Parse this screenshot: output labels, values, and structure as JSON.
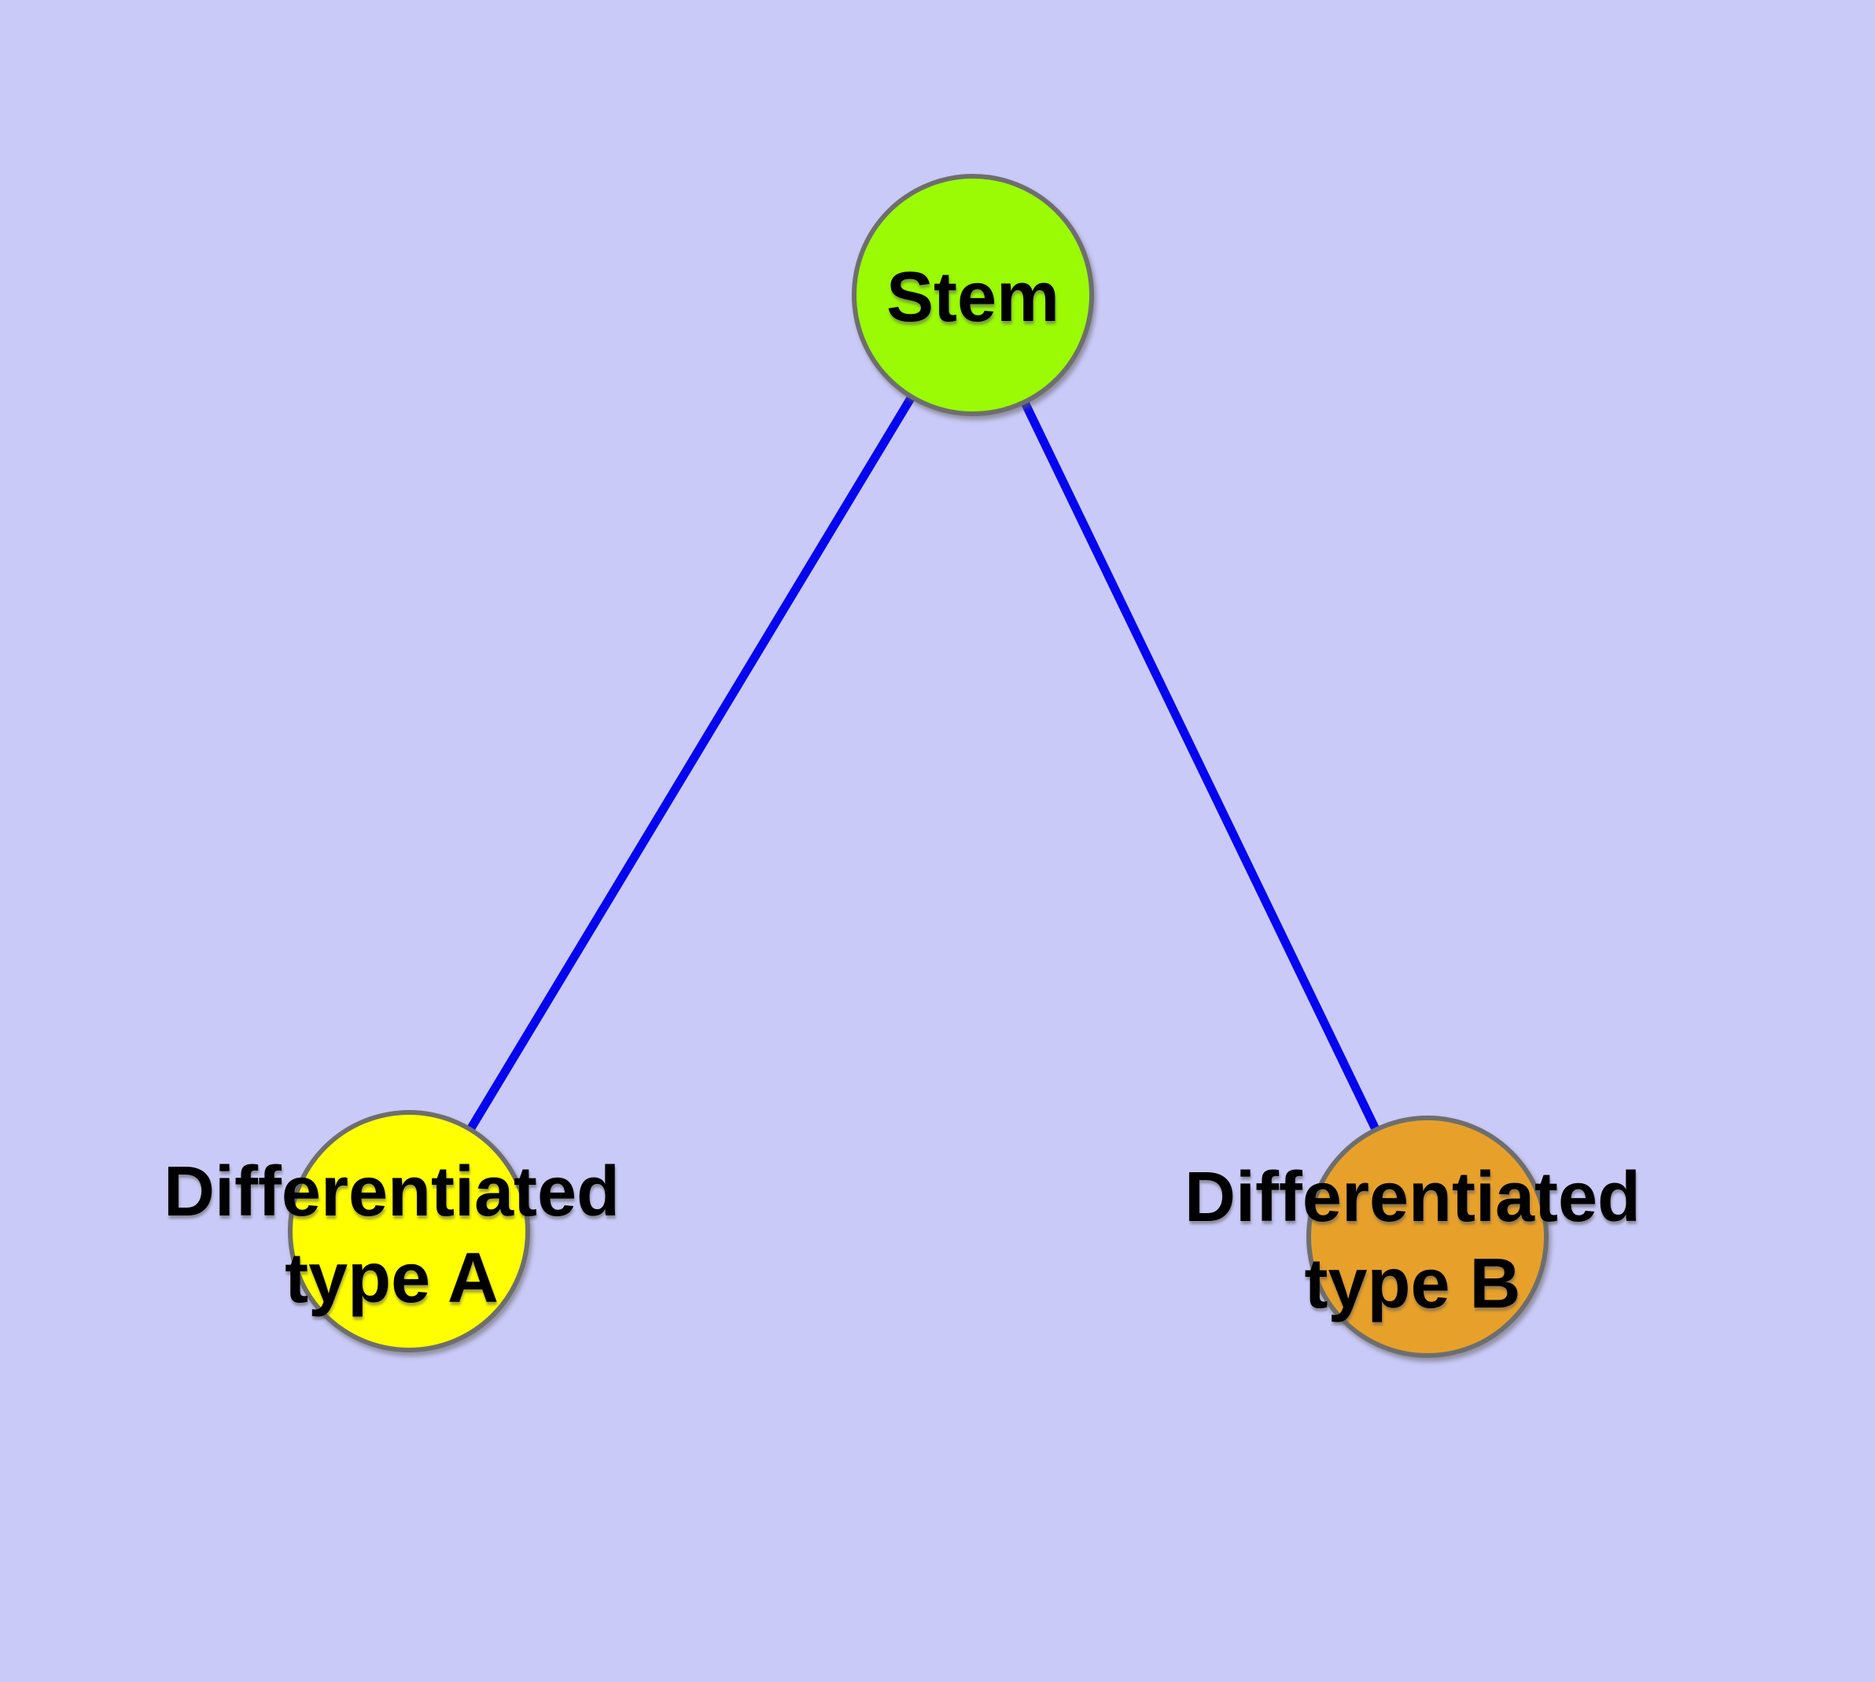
{
  "diagram": {
    "background_color": "#CACAF8",
    "edge_color": "#0606EE",
    "node_outline_color": "#6E6E6E",
    "nodes": [
      {
        "id": "stem",
        "label": "Stem",
        "lines": [
          "Stem"
        ],
        "fill_color": "#9AFB05"
      },
      {
        "id": "differentiated-type-a",
        "label": "Differentiated type A",
        "lines": [
          "Differentiated",
          "type A"
        ],
        "fill_color": "#FFFF00"
      },
      {
        "id": "differentiated-type-b",
        "label": "Differentiated type B",
        "lines": [
          "Differentiated",
          "type B"
        ],
        "fill_color": "#E7A12B"
      }
    ],
    "edges": [
      {
        "from": "stem",
        "to": "differentiated-type-a"
      },
      {
        "from": "stem",
        "to": "differentiated-type-b"
      }
    ]
  }
}
